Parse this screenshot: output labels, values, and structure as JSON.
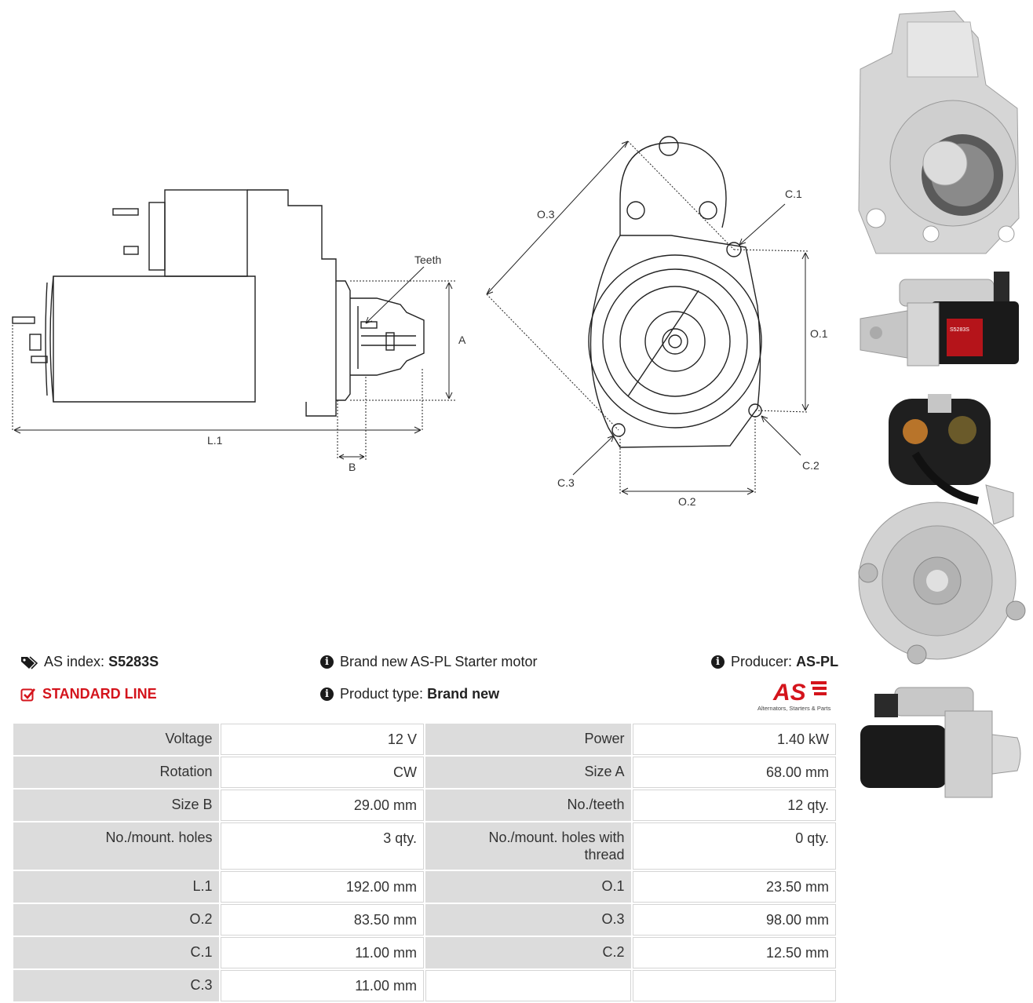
{
  "labels": {
    "teeth": "Teeth",
    "a": "A",
    "l1": "L.1",
    "b": "B",
    "o1": "O.1",
    "o2": "O.2",
    "o3": "O.3",
    "c1": "C.1",
    "c2": "C.2",
    "c3": "C.3"
  },
  "info": {
    "as_index_label": "AS index:",
    "as_index_value": "S5283S",
    "standard_line": "STANDARD LINE",
    "description": "Brand new AS-PL Starter motor",
    "product_type_label": "Product type:",
    "product_type_value": "Brand new",
    "producer_label": "Producer:",
    "producer_value": "AS-PL"
  },
  "logo": {
    "mark": "AS",
    "tagline": "Alternators, Starters & Parts",
    "color": "#d4141c"
  },
  "specs": [
    {
      "l1": "Voltage",
      "v1": "12 V",
      "l2": "Power",
      "v2": "1.40 kW"
    },
    {
      "l1": "Rotation",
      "v1": "CW",
      "l2": "Size A",
      "v2": "68.00 mm"
    },
    {
      "l1": "Size B",
      "v1": "29.00 mm",
      "l2": "No./teeth",
      "v2": "12 qty."
    },
    {
      "l1": "No./mount. holes",
      "v1": "3 qty.",
      "l2": "No./mount. holes with thread",
      "v2": "0 qty."
    },
    {
      "l1": "L.1",
      "v1": "192.00 mm",
      "l2": "O.1",
      "v2": "23.50 mm"
    },
    {
      "l1": "O.2",
      "v1": "83.50 mm",
      "l2": "O.3",
      "v2": "98.00 mm"
    },
    {
      "l1": "C.1",
      "v1": "11.00 mm",
      "l2": "C.2",
      "v2": "12.50 mm"
    },
    {
      "l1": "C.3",
      "v1": "11.00 mm",
      "l2": "",
      "v2": ""
    }
  ],
  "icons": {
    "tags": "tags-icon",
    "check": "check-square-icon",
    "info": "info-icon"
  }
}
